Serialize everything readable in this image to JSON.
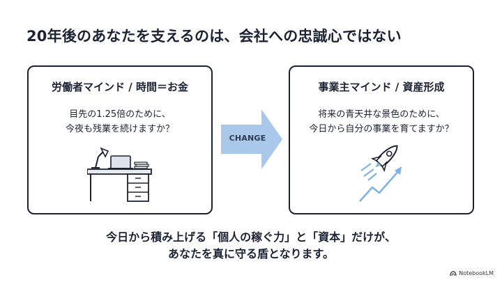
{
  "slide": {
    "title": "20年後のあなたを支えるのは、会社への忠誠心ではない",
    "left_card": {
      "heading": "労働者マインド / 時間＝お金",
      "line1": "目先の1.25倍のために、",
      "line2": "今夜も残業を続けますか？",
      "illustration_icon": "desk-lamp-laptop-icon"
    },
    "arrow": {
      "label": "CHANGE",
      "color": "#a9c8ea"
    },
    "right_card": {
      "heading": "事業主マインド / 資産形成",
      "line1": "将来の青天井な景色のために、",
      "line2": "今日から自分の事業を育てますか？",
      "illustration_icon": "rocket-growth-icon"
    },
    "footer": {
      "line1": "今日から積み上げる「個人の稼ぐ力」と「資本」だけが、",
      "line2": "あなたを真に守る盾となります。"
    },
    "brand": "NotebookLM"
  },
  "colors": {
    "text": "#1b2233",
    "accent": "#7fb2e6"
  }
}
